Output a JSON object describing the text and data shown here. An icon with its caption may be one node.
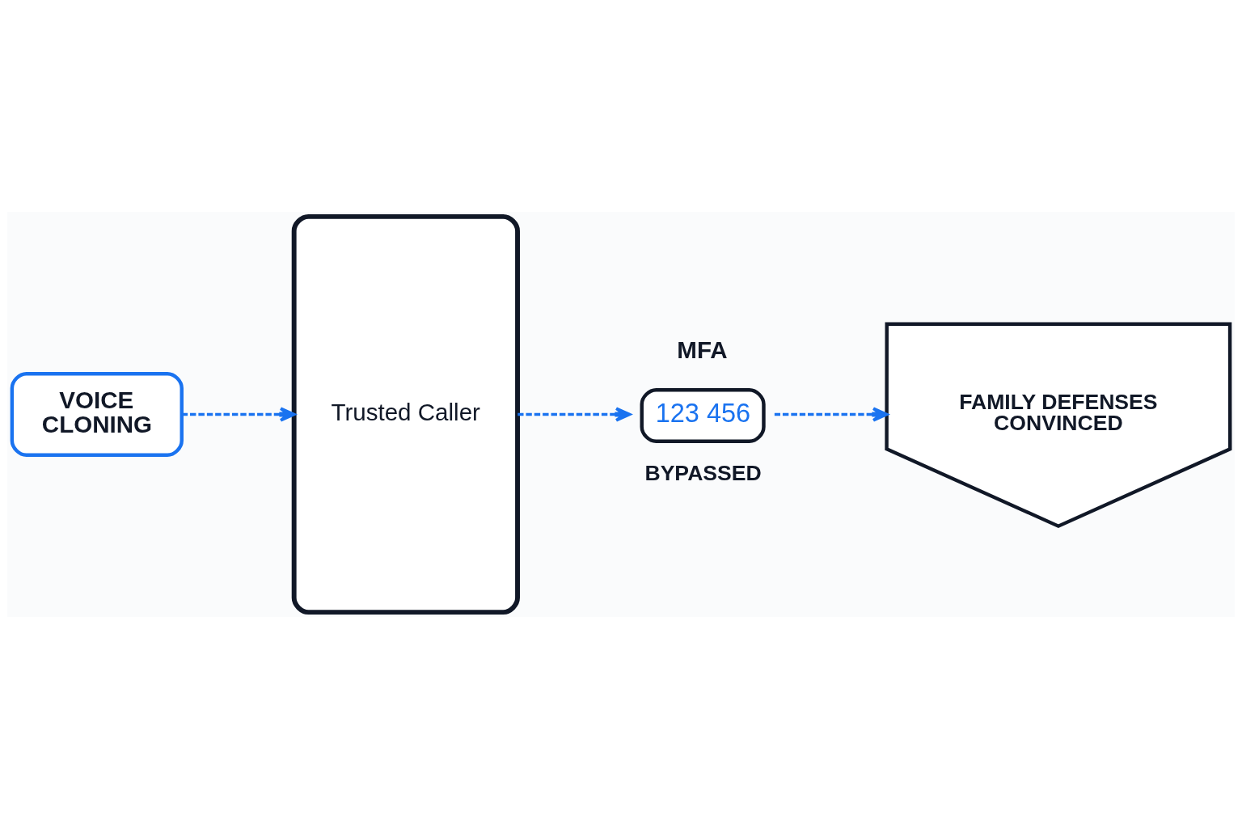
{
  "diagram": {
    "nodes": [
      {
        "text": [
          "VOICE CLONING"
        ]
      },
      {
        "text": [
          "Trusted Caller"
        ]
      },
      {
        "text": [
          "123 456"
        ],
        "beside": [
          "MFA",
          "BYPASSED"
        ]
      },
      {
        "text": [
          "FAMILY DEFENSES CONVINCED"
        ]
      }
    ],
    "edges": [
      {
        "from": 0,
        "to": 1,
        "arrow": "to",
        "style": "dashed"
      },
      {
        "from": 1,
        "to": 2,
        "arrow": "to",
        "style": "dashed"
      },
      {
        "from": 2,
        "to": 3,
        "arrow": "to",
        "style": "dashed"
      }
    ]
  }
}
